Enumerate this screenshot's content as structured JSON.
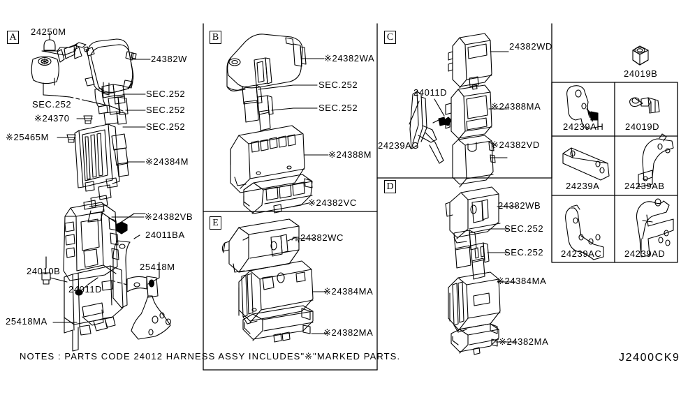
{
  "diagram": {
    "code": "J2400CK9",
    "notes": "NOTES : PARTS CODE 24012 HARNESS ASSY INCLUDES\"※\"MARKED PARTS.",
    "star_mark": "※"
  },
  "panels": {
    "a": {
      "tag": "A",
      "labels": {
        "l1": "24250M",
        "l2": "24382W",
        "l3": "SEC.252",
        "l4": "SEC.252",
        "l5": "SEC.252",
        "l6": "SEC.252",
        "l7": "※24370",
        "l8": "※25465M",
        "l9": "※24384M",
        "l10": "※24382VB",
        "l11": "24011BA",
        "l12": "24011D",
        "l13": "24010B",
        "l14": "25418M",
        "l15": "25418MA"
      }
    },
    "b": {
      "tag": "B",
      "labels": {
        "l1": "※24382WA",
        "l2": "SEC.252",
        "l3": "SEC.252",
        "l4": "※24388M",
        "l5": "※24382VC"
      }
    },
    "c": {
      "tag": "C",
      "labels": {
        "l1": "24382WD",
        "l2": "24011D",
        "l3": "※24388MA",
        "l4": "24239AG",
        "l5": "※24382VD"
      }
    },
    "d": {
      "tag": "D",
      "labels": {
        "l1": "24382WB",
        "l2": "SEC.252",
        "l3": "SEC.252",
        "l4": "※24384MA",
        "l5": "※24382MA"
      }
    },
    "e": {
      "tag": "E",
      "labels": {
        "l1": "24382WC",
        "l2": "※24384MA",
        "l3": "※24382MA"
      }
    }
  },
  "bracket_grid": {
    "cells": [
      {
        "part": "24019B",
        "icon": "hex-nut-icon"
      },
      {
        "part": "24239AH",
        "icon": "bracket-icon"
      },
      {
        "part": "24019D",
        "icon": "screw-icon"
      },
      {
        "part": "24239A",
        "icon": "bracket-icon"
      },
      {
        "part": "24239AB",
        "icon": "bracket-icon"
      },
      {
        "part": "24239AC",
        "icon": "bracket-icon"
      },
      {
        "part": "24239AD",
        "icon": "bracket-icon"
      }
    ]
  },
  "colors": {
    "line": "#000000",
    "background": "#ffffff"
  }
}
